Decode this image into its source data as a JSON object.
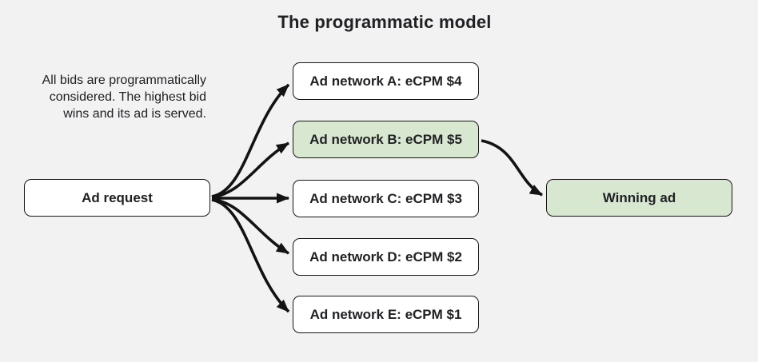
{
  "title": "The programmatic model",
  "description": {
    "full_text": "All bids are programmatically considered. The highest bid wins and its ad is served.",
    "lines": [
      "All bids are programmatically",
      "considered. The highest bid",
      "wins and its ad is served."
    ]
  },
  "nodes": {
    "ad_request": {
      "label": "Ad request",
      "highlighted": false
    },
    "networks": [
      {
        "name": "A",
        "label": "Ad network A: eCPM $4",
        "ecpm_usd": 4,
        "highlighted": false
      },
      {
        "name": "B",
        "label": "Ad network B: eCPM $5",
        "ecpm_usd": 5,
        "highlighted": true
      },
      {
        "name": "C",
        "label": "Ad network C: eCPM $3",
        "ecpm_usd": 3,
        "highlighted": false
      },
      {
        "name": "D",
        "label": "Ad network D: eCPM $2",
        "ecpm_usd": 2,
        "highlighted": false
      },
      {
        "name": "E",
        "label": "Ad network E: eCPM $1",
        "ecpm_usd": 1,
        "highlighted": false
      }
    ],
    "winning_ad": {
      "label": "Winning ad",
      "highlighted": true
    }
  },
  "edges": [
    {
      "from": "Ad request",
      "to": "Ad network A: eCPM $4"
    },
    {
      "from": "Ad request",
      "to": "Ad network B: eCPM $5"
    },
    {
      "from": "Ad request",
      "to": "Ad network C: eCPM $3"
    },
    {
      "from": "Ad request",
      "to": "Ad network D: eCPM $2"
    },
    {
      "from": "Ad request",
      "to": "Ad network E: eCPM $1"
    },
    {
      "from": "Ad network B: eCPM $5",
      "to": "Winning ad"
    }
  ],
  "colors": {
    "background": "#f2f2f2",
    "box_fill": "#ffffff",
    "highlight_fill": "#d8e7d0",
    "border": "#161616",
    "arrow": "#131313",
    "text": "#202124"
  }
}
